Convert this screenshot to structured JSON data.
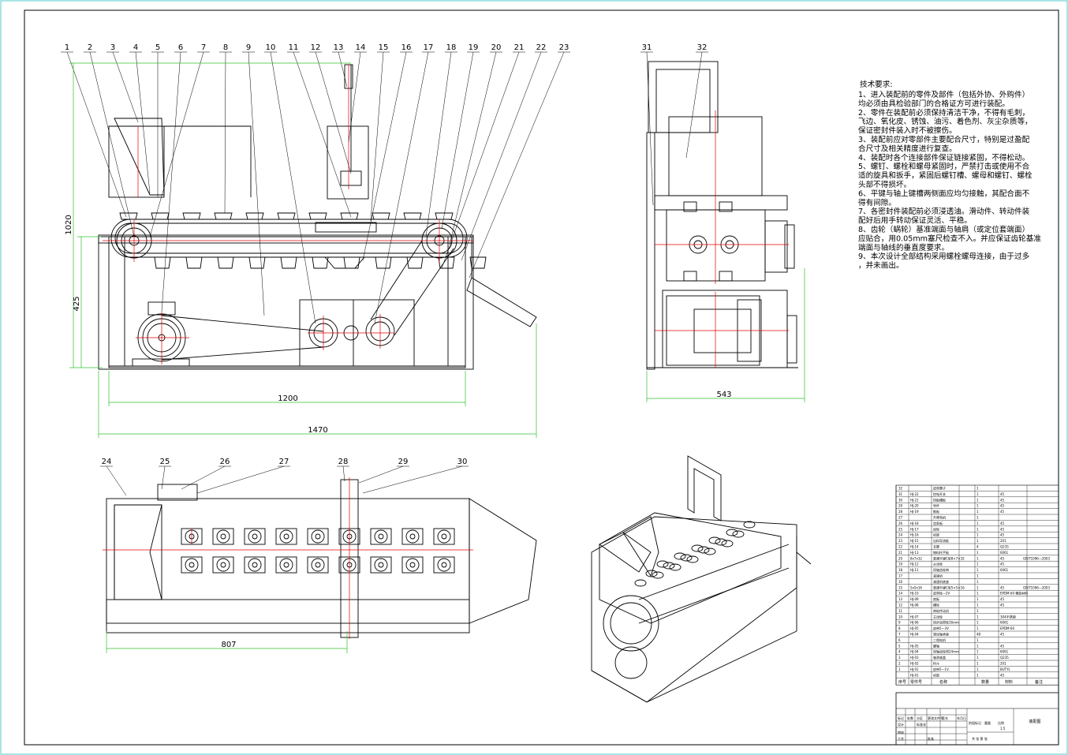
{
  "views": {
    "front": {
      "balloons": [
        "1",
        "2",
        "3",
        "4",
        "5",
        "6",
        "7",
        "8",
        "9",
        "10",
        "11",
        "12",
        "13",
        "14",
        "15",
        "16",
        "17",
        "18",
        "19",
        "20",
        "21",
        "22",
        "23"
      ],
      "dims": {
        "height_overall": "1020",
        "height_lower": "425",
        "length_frame": "1200",
        "length_overall": "1470"
      }
    },
    "side": {
      "balloons": [
        "31",
        "32"
      ],
      "dims": {
        "width": "543"
      }
    },
    "top": {
      "balloons": [
        "24",
        "25",
        "26",
        "27",
        "28",
        "29",
        "30"
      ],
      "dims": {
        "length": "807"
      }
    }
  },
  "notes": {
    "title": "技术要求:",
    "lines": [
      "1、进入装配前的零件及部件（包括外协、外购件）",
      "均必须由具检验部门的合格证方可进行装配。",
      "2、零件在装配前必须保持清洁干净，不得有毛刺，",
      "飞边、氧化皮、锈蚀、油污、着色剂、灰尘杂质等，",
      "保证密封件装入时不被擦伤。",
      "3、装配前应对零部件主要配合尺寸，特别是过盈配",
      "合尺寸及相关精度进行复查。",
      "4、装配时各个连接部件保证链接紧固，不得松动。",
      "5、螺钉、螺栓和螺母紧固时，严禁打击或使用不合",
      "适的旋具和扳手，紧固后螺钉槽、螺母和螺钉、螺栓",
      "头部不得损坏。",
      "6、平键与轴上键槽两侧面应均匀接触，其配合面不",
      "得有间隙。",
      "7、各密封件装配前必须浸透油。滑动件、转动件装",
      "配好后用手转动保证灵活、平稳。",
      "8、齿轮（蜗轮）基准端面与轴肩（或定位套端面）",
      "应贴合，用0.05mm塞尺检查不入。并应保证齿轮基准",
      "端面与轴线的垂直度要求。",
      "9、本次设计全部结构采用螺栓螺母连接，由于过多",
      "，并未画出。"
    ]
  },
  "bom": {
    "rows": [
      {
        "no": "32",
        "code": "",
        "name": "皮带罩子",
        "qty": "1",
        "mat": "",
        "note": ""
      },
      {
        "no": "31",
        "code": "HJ-22",
        "name": "控电开关",
        "qty": "1",
        "mat": "45",
        "note": ""
      },
      {
        "no": "30",
        "code": "HJ-21",
        "name": "挡板槽板",
        "qty": "1",
        "mat": "45",
        "note": ""
      },
      {
        "no": "29",
        "code": "HJ-20",
        "name": "导杆",
        "qty": "1",
        "mat": "45",
        "note": ""
      },
      {
        "no": "28",
        "code": "HJ-19",
        "name": "推板",
        "qty": "1",
        "mat": "45",
        "note": ""
      },
      {
        "no": "27",
        "code": "",
        "name": "升降电机",
        "qty": "1",
        "mat": "",
        "note": ""
      },
      {
        "no": "26",
        "code": "HJ-18",
        "name": "齿条板",
        "qty": "1",
        "mat": "45",
        "note": ""
      },
      {
        "no": "25",
        "code": "HJ-17",
        "name": "齿轮",
        "qty": "1",
        "mat": "45",
        "note": ""
      },
      {
        "no": "24",
        "code": "HJ-16",
        "name": "机架",
        "qty": "1",
        "mat": "45",
        "note": ""
      },
      {
        "no": "23",
        "code": "HJ-15",
        "name": "出料导流板",
        "qty": "1",
        "mat": "201",
        "note": ""
      },
      {
        "no": "22",
        "code": "HJ-14",
        "name": "支脚",
        "qty": "4",
        "mat": "Q235",
        "note": ""
      },
      {
        "no": "21",
        "code": "HJ-13",
        "name": "物料托手板",
        "qty": "1",
        "mat": "6061",
        "note": ""
      },
      {
        "no": "20",
        "code": "8x7x32",
        "name": "普通平键C型8×7×32",
        "qty": "1",
        "mat": "45",
        "note": "GB/T1096—2003"
      },
      {
        "no": "19",
        "code": "HJ-12",
        "name": "从动轮",
        "qty": "1",
        "mat": "45",
        "note": ""
      },
      {
        "no": "18",
        "code": "HJ-11",
        "name": "同轴齿轮带",
        "qty": "1",
        "mat": "6061",
        "note": ""
      },
      {
        "no": "17",
        "code": "",
        "name": "减速机",
        "qty": "1",
        "mat": "",
        "note": ""
      },
      {
        "no": "16",
        "code": "",
        "name": "减速机底座",
        "qty": "1",
        "mat": "",
        "note": ""
      },
      {
        "no": "15",
        "code": "5x5x16",
        "name": "普通平键C型5×5×16",
        "qty": "1",
        "mat": "45",
        "note": "GB/T1096—2003"
      },
      {
        "no": "14",
        "code": "HJ-10",
        "name": "皮带轮—2V",
        "qty": "1",
        "mat": "EPDM-60 橡胶材料",
        "note": ""
      },
      {
        "no": "13",
        "code": "HJ-09",
        "name": "底板",
        "qty": "1",
        "mat": "45",
        "note": ""
      },
      {
        "no": "12",
        "code": "HJ-08",
        "name": "槽轮",
        "qty": "1",
        "mat": "45",
        "note": ""
      },
      {
        "no": "11",
        "code": "",
        "name": "带轮传动机",
        "qty": "1",
        "mat": "",
        "note": ""
      },
      {
        "no": "10",
        "code": "HJ-07",
        "name": "主动轮",
        "qty": "1",
        "mat": "304不锈钢",
        "note": ""
      },
      {
        "no": "9",
        "code": "HJ-06",
        "name": "同步齿带轮16mm",
        "qty": "1",
        "mat": "6061",
        "note": ""
      },
      {
        "no": "8",
        "code": "HJ-05",
        "name": "皮带5—3V",
        "qty": "1",
        "mat": "EPDM-60",
        "note": ""
      },
      {
        "no": "7",
        "code": "HJ-04",
        "name": "滑动轴承座",
        "qty": "48",
        "mat": "45",
        "note": ""
      },
      {
        "no": "6",
        "code": "",
        "name": "三相电机",
        "qty": "1",
        "mat": "",
        "note": ""
      },
      {
        "no": "5",
        "code": "HJ-05",
        "name": "螺轴",
        "qty": "1",
        "mat": "45",
        "note": ""
      },
      {
        "no": "4",
        "code": "HJ-04",
        "name": "同轴齿轮带24mm",
        "qty": "1",
        "mat": "6061",
        "note": ""
      },
      {
        "no": "3",
        "code": "HJ-03",
        "name": "轴承座盖",
        "qty": "1",
        "mat": "Q235",
        "note": ""
      },
      {
        "no": "2",
        "code": "HJ-02",
        "name": "料斗",
        "qty": "1",
        "mat": "201",
        "note": ""
      },
      {
        "no": "1",
        "code": "HJ-01",
        "name": "皮带5—1V",
        "qty": "1",
        "mat": "BUTYL",
        "note": ""
      },
      {
        "no": "",
        "code": "HJ-01",
        "name": "机架",
        "qty": "1",
        "mat": "45",
        "note": ""
      }
    ],
    "header": {
      "no": "序号",
      "code": "零件号",
      "name": "名称",
      "qty": "数量",
      "mat": "材料",
      "note": "备注"
    }
  },
  "title_block": {
    "labels": [
      "标记",
      "处数",
      "分区",
      "更改文件号",
      "签名",
      "年月日",
      "设计",
      "标准化",
      "阶段标记",
      "重量",
      "比例",
      "审核",
      "工艺",
      "批准",
      "共 张 第 张"
    ],
    "ratio": "1:5",
    "drawing_name": "装配图"
  },
  "colors": {
    "outer_border": "#55c8cc",
    "line": "#000000",
    "centerline": "#e00000",
    "dimension": "#2fc02f"
  }
}
